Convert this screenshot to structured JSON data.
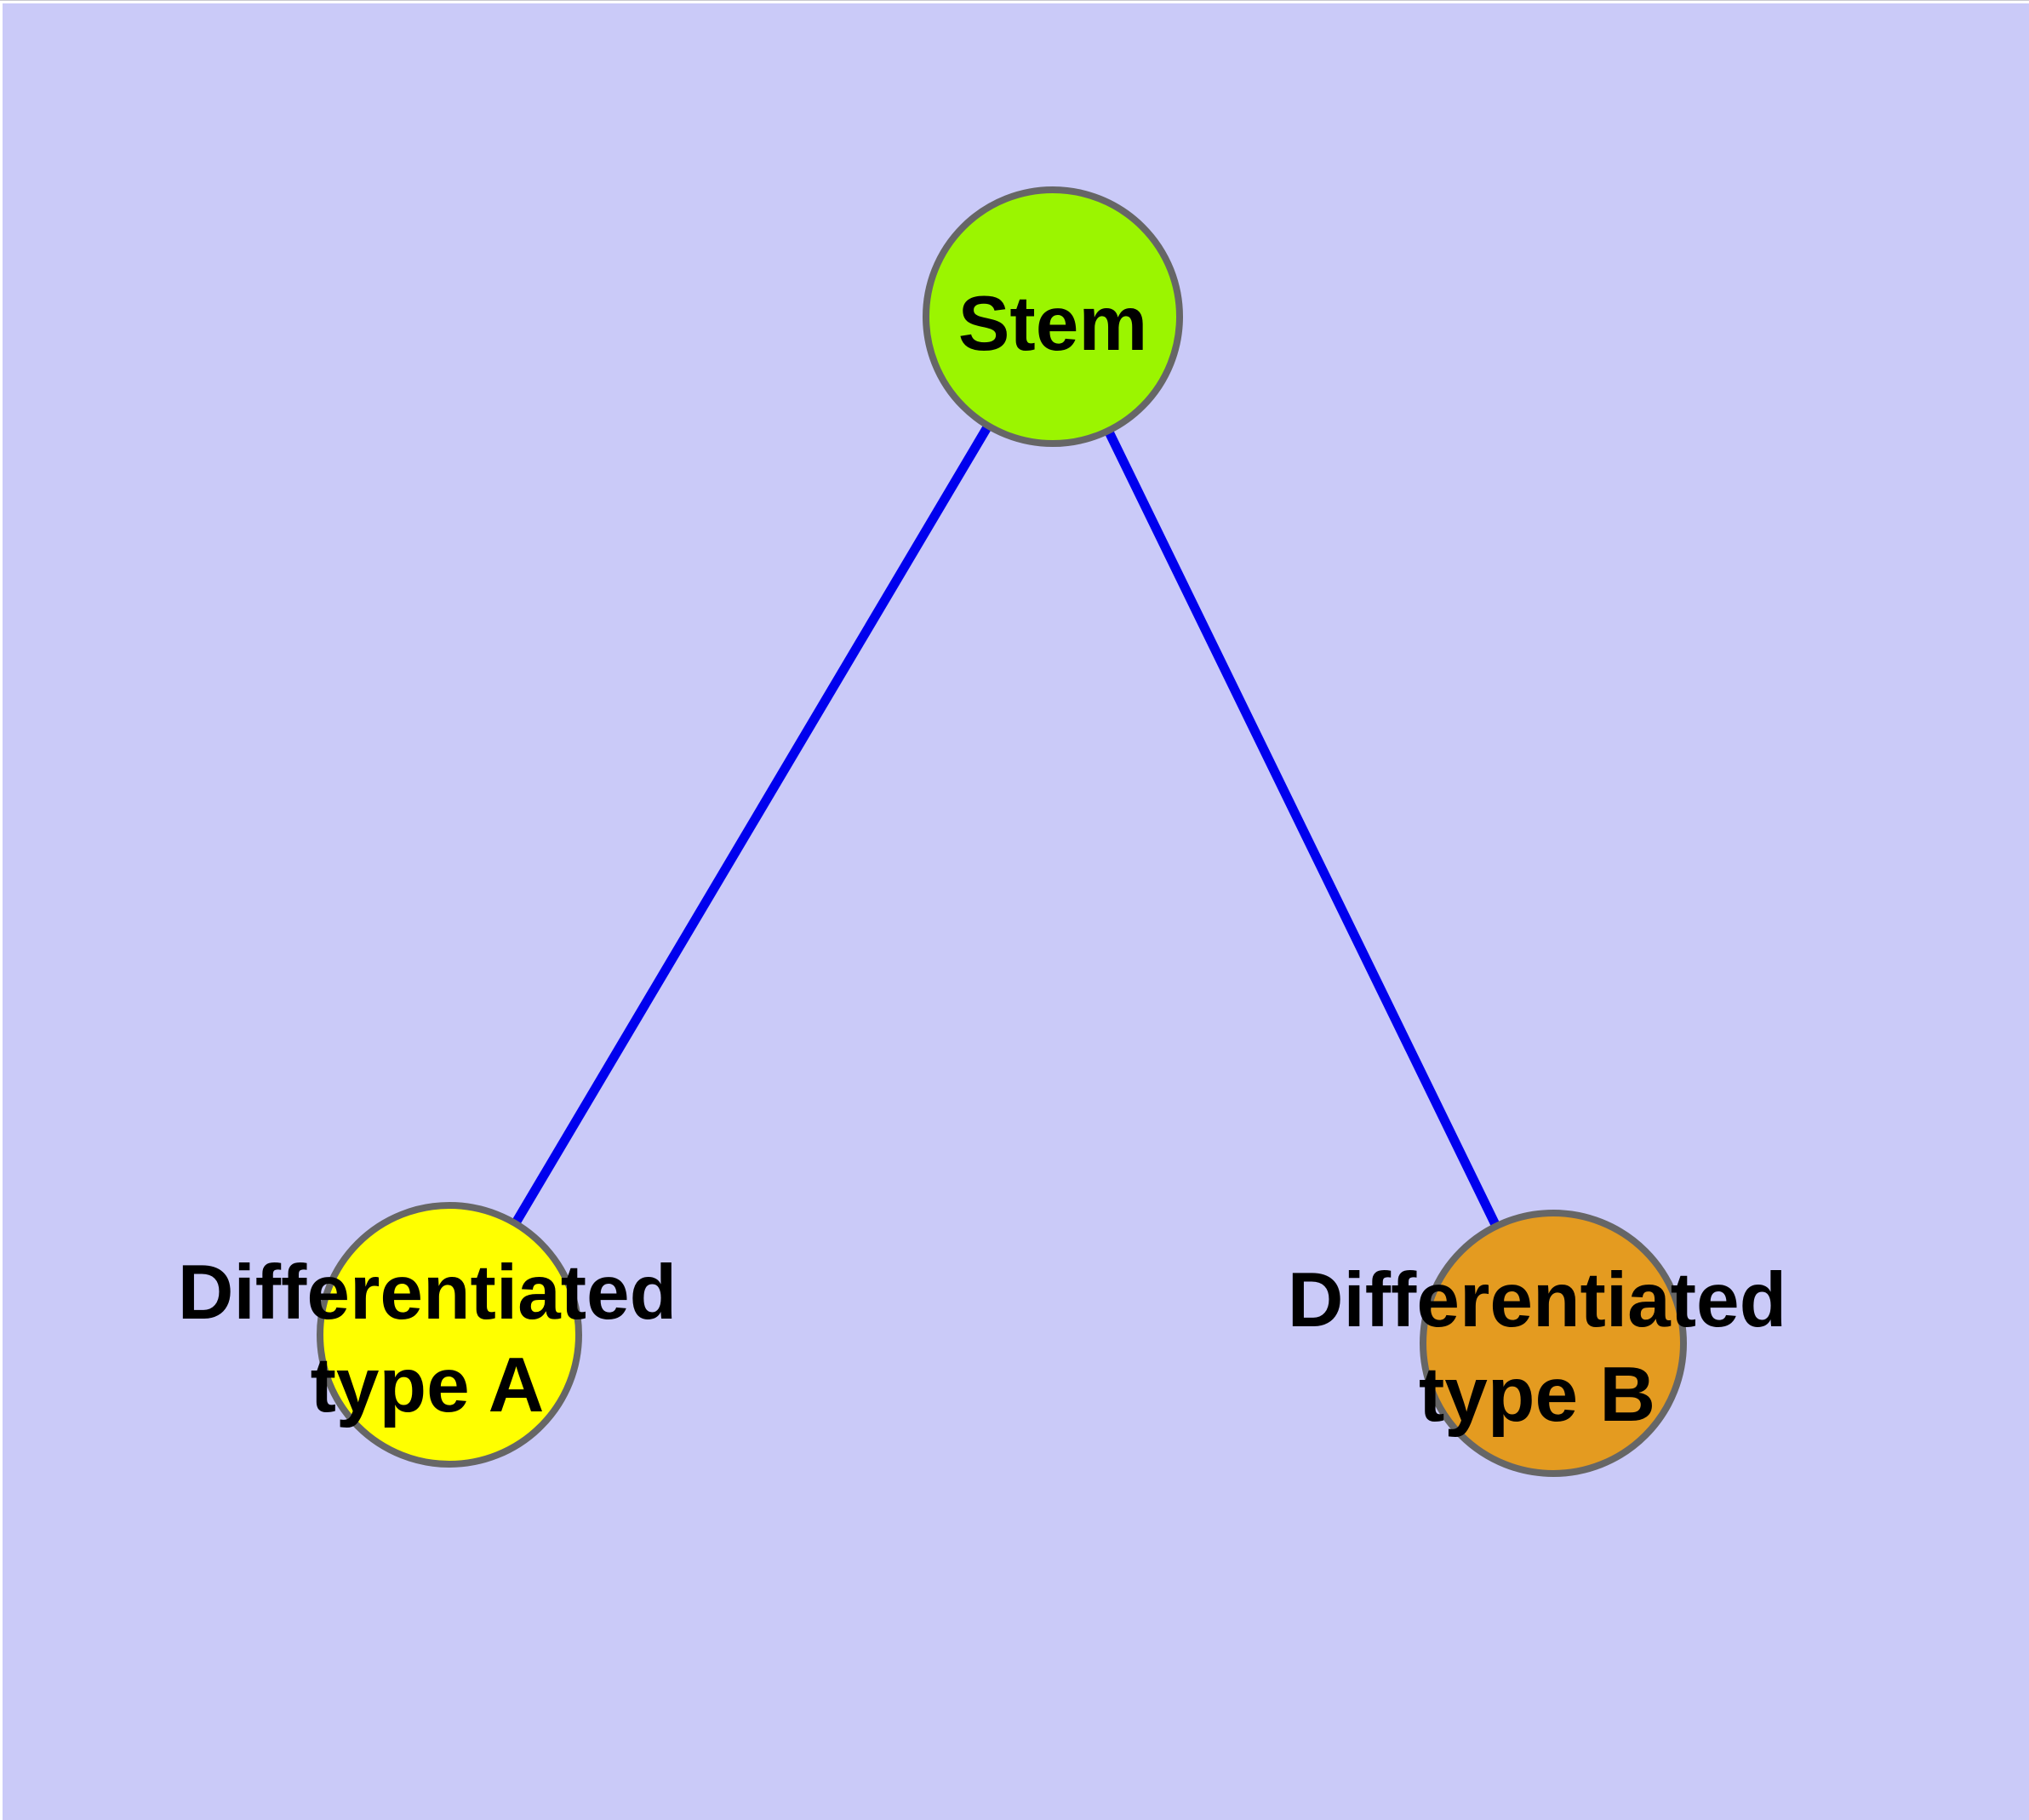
{
  "diagram": {
    "type": "graph",
    "background_color": "#cacaf8",
    "margin_color": "#ffffff",
    "edge_color": "#0000ee",
    "node_border_color": "#666666",
    "label_color": "#000000",
    "nodes": {
      "stem": {
        "label": "Stem",
        "fill": "#9bf500"
      },
      "type_a": {
        "label_line1": "Differentiated",
        "label_line2": "type A",
        "fill": "#ffff00"
      },
      "type_b": {
        "label_line1": "Differentiated",
        "label_line2": "type B",
        "fill": "#e49b20"
      }
    },
    "edges": [
      {
        "from": "Stem",
        "to": "Differentiated type A"
      },
      {
        "from": "Stem",
        "to": "Differentiated type B"
      }
    ]
  }
}
